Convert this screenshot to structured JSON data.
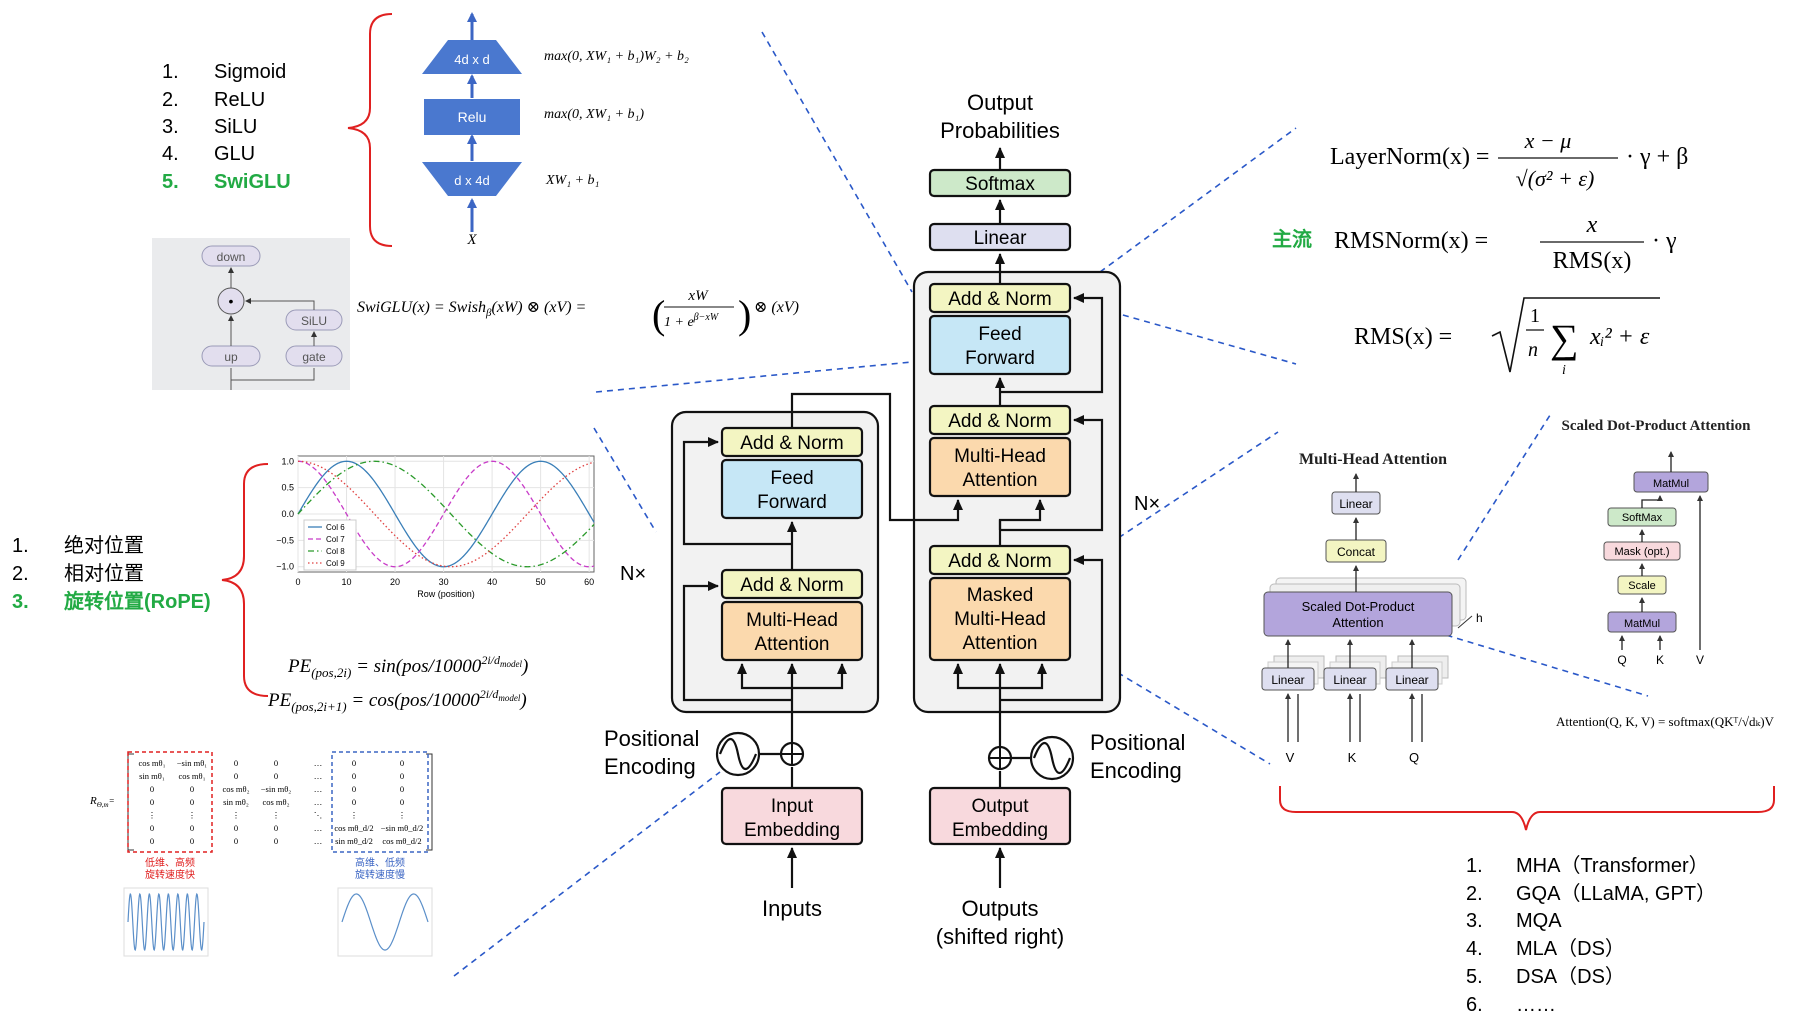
{
  "colors": {
    "feed_forward": "#c6e7f6",
    "add_norm": "#f3f5c2",
    "attention": "#fbd9ad",
    "embedding": "#f8d9dd",
    "softmax": "#cde9c9",
    "linear": "#dedff0",
    "bracket": "#e02020",
    "dashed": "#2a58c8",
    "highlight": "#22aa44",
    "ffn_block": "#4a78cf",
    "mha_box": "#b3a5dc"
  },
  "activations": {
    "items": [
      {
        "num": "1.",
        "label": "Sigmoid"
      },
      {
        "num": "2.",
        "label": "ReLU"
      },
      {
        "num": "3.",
        "label": "SiLU"
      },
      {
        "num": "4.",
        "label": "GLU"
      },
      {
        "num": "5.",
        "label": "SwiGLU"
      }
    ],
    "highlight_index": 4
  },
  "ffn": {
    "top": "4d x d",
    "mid": "Relu",
    "bottom": "d x 4d",
    "x_label": "X",
    "formula_top": "max(0, XW₁ + b₁)W₂ + b₂",
    "formula_mid": "max(0, XW₁ + b₁)",
    "formula_bottom": "XW₁ + b₁"
  },
  "swiglu": {
    "down": "down",
    "silu": "SiLU",
    "up": "up",
    "gate": "gate",
    "dot": "•",
    "formula_lhs": "SwiGLU(x) = Swish",
    "formula_beta": "β",
    "formula_mid": "(xW) ⊗ (xV) =",
    "formula_num": "xW",
    "formula_den": "1 + e",
    "formula_den_exp": "β−xW",
    "formula_rhs": "⊗ (xV)"
  },
  "positions": {
    "items": [
      {
        "num": "1.",
        "label": "绝对位置"
      },
      {
        "num": "2.",
        "label": "相对位置"
      },
      {
        "num": "3.",
        "label": "旋转位置(RoPE)"
      }
    ],
    "highlight_index": 2,
    "pe_sin": "PE(pos,2i) = sin(pos/10000^(2i/d_model))",
    "pe_cos": "PE(pos,2i+1) = cos(pos/10000^(2i/d_model))"
  },
  "pe_chart": {
    "chart_data": {
      "type": "line",
      "xlabel": "Row (position)",
      "ylabel": "",
      "xlim": [
        0,
        61
      ],
      "ylim": [
        -1.1,
        1.1
      ],
      "xticks": [
        0,
        10,
        20,
        30,
        40,
        50,
        60
      ],
      "yticks": [
        1.0,
        0.5,
        0.0,
        -0.5,
        -1.0
      ],
      "ytick_labels": [
        "1.0",
        "0.5",
        "0.0",
        "−0.5",
        "−1.0"
      ],
      "legend_position": "bottom-left",
      "series": [
        {
          "name": "Col 6",
          "func": "sin",
          "period": 40,
          "color": "#3a7fb8",
          "dash": "solid"
        },
        {
          "name": "Col 7",
          "func": "cos",
          "period": 40,
          "color": "#c83cc8",
          "dash": "dashed"
        },
        {
          "name": "Col 8",
          "func": "sin",
          "period": 63,
          "color": "#2a9a2a",
          "dash": "dashdot"
        },
        {
          "name": "Col 9",
          "func": "cos",
          "period": 63,
          "color": "#e04040",
          "dash": "dotted"
        }
      ]
    }
  },
  "rope": {
    "r_label": "R",
    "r_sub": "Θ,m",
    "r_sup": "d",
    "rows": [
      [
        "cos mθ₁",
        "−sin mθ₁",
        "0",
        "0",
        "…",
        "0",
        "0"
      ],
      [
        "sin mθ₁",
        "cos mθ₁",
        "0",
        "0",
        "…",
        "0",
        "0"
      ],
      [
        "0",
        "0",
        "cos mθ₂",
        "−sin mθ₂",
        "…",
        "0",
        "0"
      ],
      [
        "0",
        "0",
        "sin mθ₂",
        "cos mθ₂",
        "…",
        "0",
        "0"
      ],
      [
        "⋮",
        "⋮",
        "⋮",
        "⋮",
        "⋱",
        "⋮",
        "⋮"
      ],
      [
        "0",
        "0",
        "0",
        "0",
        "…",
        "cos mθ_d/2",
        "−sin mθ_d/2"
      ],
      [
        "0",
        "0",
        "0",
        "0",
        "…",
        "sin mθ_d/2",
        "cos mθ_d/2"
      ]
    ],
    "low_dim_line1": "低维、高频",
    "low_dim_line2": "旋转速度快",
    "high_dim_line1": "高维、低频",
    "high_dim_line2": "旋转速度慢"
  },
  "transformer": {
    "output_probabilities_1": "Output",
    "output_probabilities_2": "Probabilities",
    "softmax": "Softmax",
    "linear": "Linear",
    "add_norm": "Add & Norm",
    "feed_forward_1": "Feed",
    "feed_forward_2": "Forward",
    "mha_1": "Multi-Head",
    "mha_2": "Attention",
    "masked_1": "Masked",
    "masked_2": "Multi-Head",
    "masked_3": "Attention",
    "nx_left": "N×",
    "nx_right": "N×",
    "pos_enc_left_1": "Positional",
    "pos_enc_left_2": "Encoding",
    "pos_enc_right_1": "Positional",
    "pos_enc_right_2": "Encoding",
    "input_emb_1": "Input",
    "input_emb_2": "Embedding",
    "output_emb_1": "Output",
    "output_emb_2": "Embedding",
    "inputs": "Inputs",
    "outputs_1": "Outputs",
    "outputs_2": "(shifted right)"
  },
  "norms": {
    "layernorm_lhs": "LayerNorm(x) =",
    "layernorm_num": "x − μ",
    "layernorm_den": "√(σ² + ε)",
    "layernorm_rhs": "· γ + β",
    "mainstream": "主流",
    "rmsnorm_lhs": "RMSNorm(x) =",
    "rmsnorm_num": "x",
    "rmsnorm_den": "RMS(x)",
    "rmsnorm_rhs": "· γ",
    "rms_lhs": "RMS(x) =",
    "rms_frac_num": "1",
    "rms_frac_den": "n",
    "rms_sum": "∑",
    "rms_sum_sub": "i",
    "rms_body": "xᵢ² + ε"
  },
  "mha": {
    "title": "Multi-Head Attention",
    "linear_top": "Linear",
    "concat": "Concat",
    "sdpa_1": "Scaled Dot-Product",
    "sdpa_2": "Attention",
    "h": "h",
    "linear_v": "Linear",
    "linear_k": "Linear",
    "linear_q": "Linear",
    "v": "V",
    "k": "K",
    "q": "Q"
  },
  "sdpa": {
    "title": "Scaled Dot-Product Attention",
    "matmul_top": "MatMul",
    "softmax": "SoftMax",
    "mask": "Mask (opt.)",
    "scale": "Scale",
    "matmul_bottom": "MatMul",
    "q": "Q",
    "k": "K",
    "v": "V",
    "formula": "Attention(Q, K, V) = softmax(QKᵀ/√dₖ)V"
  },
  "attention_variants": {
    "items": [
      {
        "num": "1.",
        "label": "MHA（Transformer）"
      },
      {
        "num": "2.",
        "label": "GQA（LLaMA, GPT）"
      },
      {
        "num": "3.",
        "label": "MQA"
      },
      {
        "num": "4.",
        "label": "MLA（DS）"
      },
      {
        "num": "5.",
        "label": "DSA（DS）"
      },
      {
        "num": "6.",
        "label": "……"
      }
    ]
  }
}
